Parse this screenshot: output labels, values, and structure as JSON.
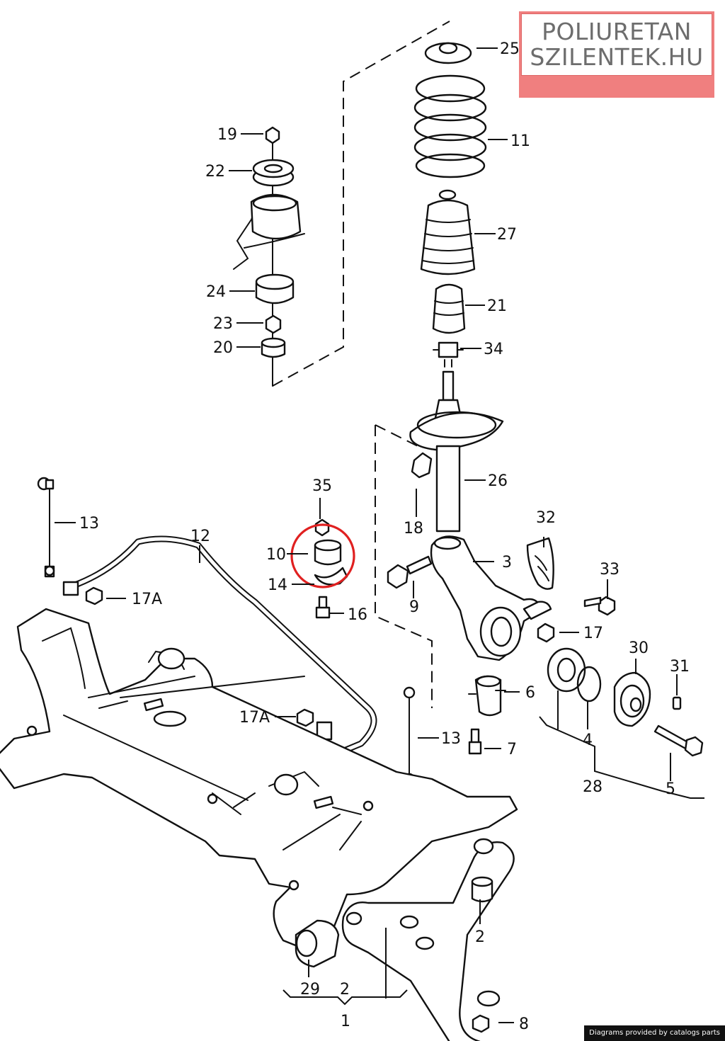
{
  "watermark": {
    "line1": "POLIURETAN",
    "line2": "SZILENTEK.HU",
    "accent_color": "#f07f7f"
  },
  "credit": "Diagrams provided by catalogs parts",
  "highlight_color": "#e02020",
  "callouts": {
    "p1": "1",
    "p2a": "2",
    "p2b": "2",
    "p3": "3",
    "p4": "4",
    "p5": "5",
    "p6": "6",
    "p7": "7",
    "p8": "8",
    "p9": "9",
    "p10": "10",
    "p11": "11",
    "p12": "12",
    "p13a": "13",
    "p13b": "13",
    "p14": "14",
    "p16": "16",
    "p17": "17",
    "p17a1": "17A",
    "p17a2": "17A",
    "p18": "18",
    "p19": "19",
    "p20": "20",
    "p21": "21",
    "p22": "22",
    "p23": "23",
    "p24": "24",
    "p25": "25",
    "p26": "26",
    "p27": "27",
    "p28": "28",
    "p29": "29",
    "p30": "30",
    "p31": "31",
    "p32": "32",
    "p33": "33",
    "p34": "34",
    "p35": "35"
  }
}
